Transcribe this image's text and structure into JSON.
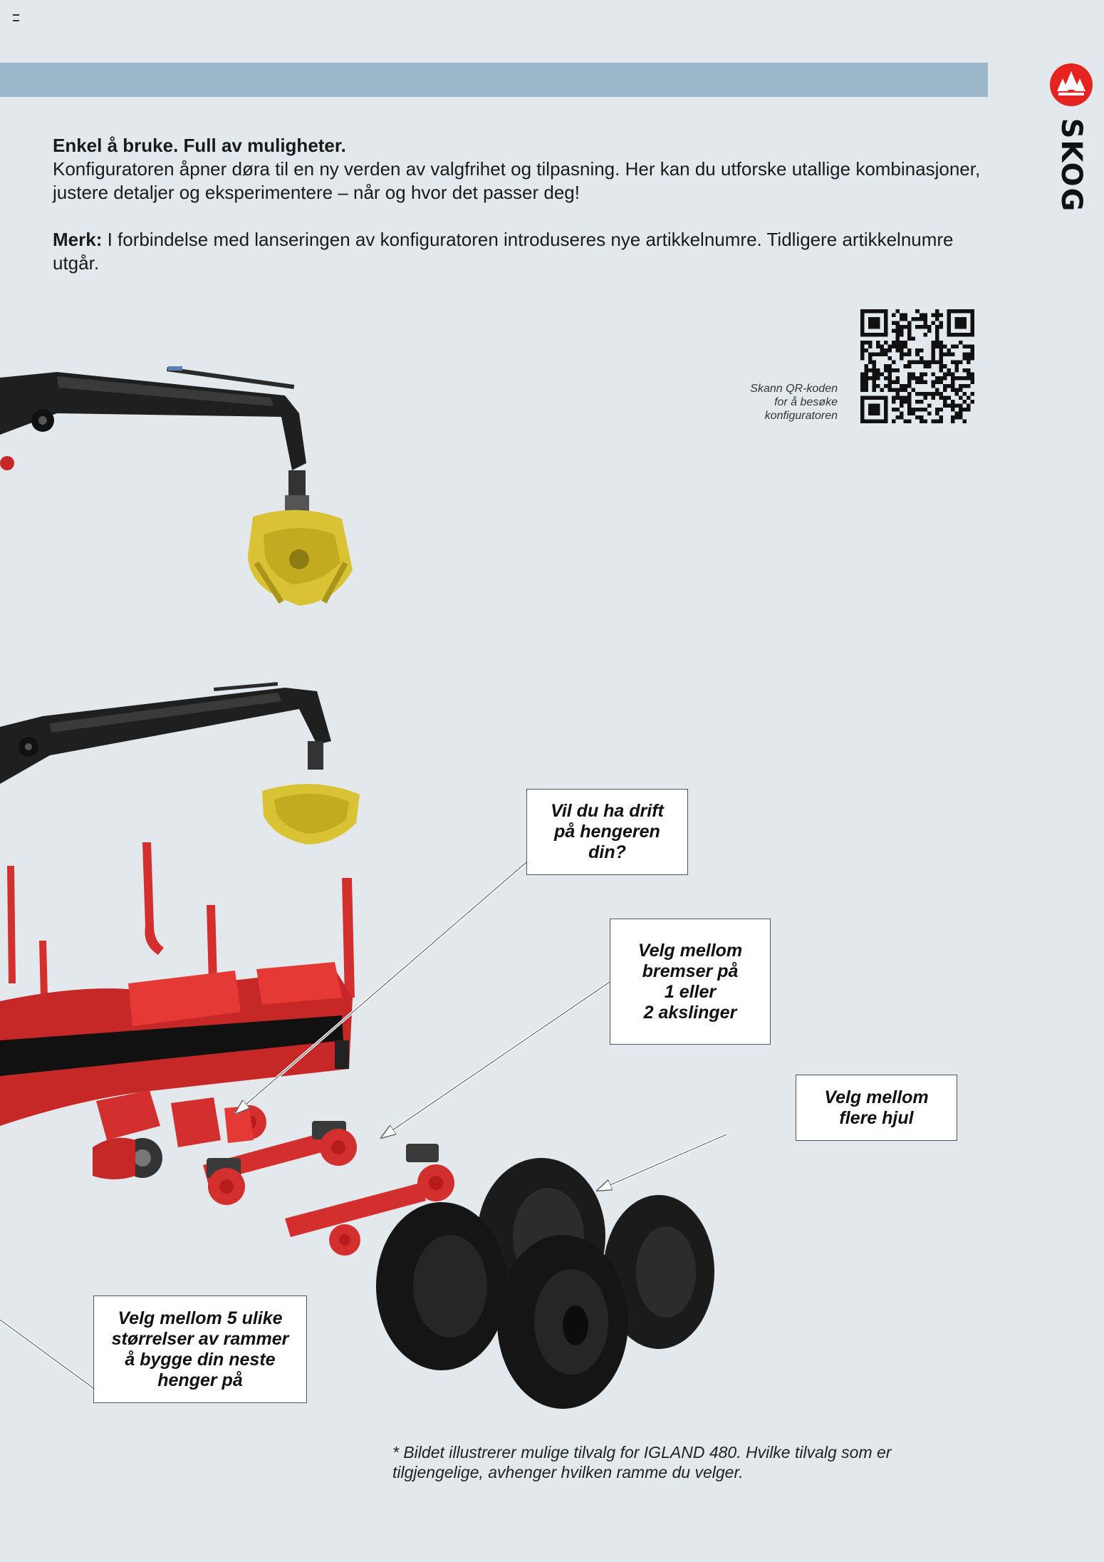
{
  "brand": {
    "name": "SKOG",
    "accent_color": "#e52320",
    "logo_icon": "tree-logo-icon"
  },
  "intro": {
    "heading": "Enkel å bruke. Full av muligheter.",
    "paragraph": "Konfiguratoren åpner døra til en ny verden av valgfrihet og tilpasning. Her kan du utforske utallige kombinasjoner, justere detaljer og eksperimentere – når og hvor det passer deg!",
    "note_label": "Merk:",
    "note_text": " I forbindelse med lanseringen av konfiguratoren introduseres nye artikkelnumre. Tidligere artikkelnumre utgår."
  },
  "qr": {
    "caption_line1": "Skann QR-koden",
    "caption_line2": "for å besøke",
    "caption_line3": "konfiguratoren"
  },
  "callouts": {
    "drift": [
      "Vil du ha drift",
      "på hengeren",
      "din?"
    ],
    "brems": [
      "Velg mellom",
      "bremser på",
      "1 eller",
      "2 akslinger"
    ],
    "hjul": [
      "Velg mellom",
      "flere hjul"
    ],
    "rammer": [
      "Velg mellom 5 ulike",
      "størrelser av rammer",
      "å bygge din neste",
      "henger på"
    ]
  },
  "footnote": {
    "line1": "* Bildet illustrerer mulige tilvalg for IGLAND 480. Hvilke tilvalg som er",
    "line2": "tilgjengelige, avhenger hvilken ramme du velger."
  }
}
